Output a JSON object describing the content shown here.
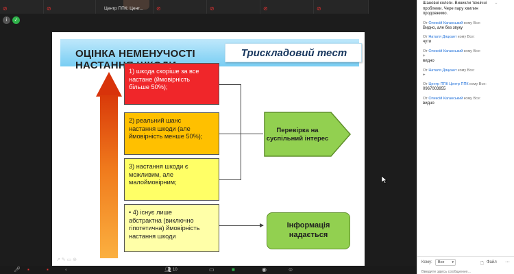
{
  "thumbnails": [
    {
      "name": "",
      "muted": true
    },
    {
      "name": "",
      "muted": true
    },
    {
      "name": "Центр ППК: Цент...",
      "muted": false
    },
    {
      "name": "",
      "muted": true
    },
    {
      "name": "",
      "muted": true
    },
    {
      "name": "",
      "muted": true
    },
    {
      "name": "",
      "muted": true
    }
  ],
  "slide": {
    "title_line1": "ОЦІНКА НЕМЕНУЧОСТІ",
    "title_line2": "НАСТАННЯ ШКОДИ",
    "test_title": "Трискладовий тест",
    "levels": [
      {
        "lines": [
          "1) шкода скоріше за все",
          "настане (ймовірність",
          "більше 50%);"
        ],
        "color": "#f0262a",
        "text_color": "#ffffff"
      },
      {
        "lines": [
          "2) реальний шанс",
          "настання шкоди (але",
          "ймовірність менше 50%);"
        ],
        "color": "#ffc000",
        "text_color": "#1f1f1f"
      },
      {
        "lines": [
          "3) настання шкоди є",
          "можливим, але",
          "малоймовірним;"
        ],
        "color": "#ffff66",
        "text_color": "#1f1f1f"
      },
      {
        "lines": [
          "• 4) існує лише",
          "абстрактна (виключно",
          "гіпотетична) ймовірність",
          "настання шкоди"
        ],
        "color": "#ffffa8",
        "text_color": "#1f1f1f"
      }
    ],
    "result_public": [
      "Перевірка на",
      "суспільний інтерес"
    ],
    "result_info": [
      "Інформація",
      "надається"
    ],
    "colors": {
      "green": "#92d050",
      "green_border": "#5f8f2a",
      "arrow": "#f07a1c"
    }
  },
  "toolbar": {
    "participants_count": "10"
  },
  "chat": {
    "messages": [
      {
        "from_prefix": "",
        "from_name": "",
        "from_suffix": "",
        "lines": [
          "Шановні колеги. Виникли технічні",
          "проблеми. Чере пару хвилин",
          "продовжимо."
        ]
      },
      {
        "from_prefix": "От ",
        "from_name": "Олексій Каганський",
        "from_suffix": " кому Все:",
        "lines": [
          "Видно, але без звуку"
        ]
      },
      {
        "from_prefix": "От ",
        "from_name": "Наталя Дяцкант",
        "from_suffix": " кому Все:",
        "lines": [
          "чути"
        ]
      },
      {
        "from_prefix": "От ",
        "from_name": "Олексій Каганський",
        "from_suffix": " кому Все:",
        "lines": [
          "+",
          "видно"
        ]
      },
      {
        "from_prefix": "От ",
        "from_name": "Наталя Дяцкант",
        "from_suffix": " кому Все:",
        "lines": [
          "+"
        ]
      },
      {
        "from_prefix": "От ",
        "from_name": "Центр ППК Центр ППК",
        "from_suffix": " кому Все:",
        "lines": [
          "0967003955"
        ]
      },
      {
        "from_prefix": "От ",
        "from_name": "Олексій Каганський",
        "from_suffix": " кому Все:",
        "lines": [
          "видно"
        ]
      }
    ],
    "to_label": "Кому:",
    "to_value": "Все",
    "file_label": "Файл",
    "input_placeholder": "Введите здесь сообщение..."
  }
}
